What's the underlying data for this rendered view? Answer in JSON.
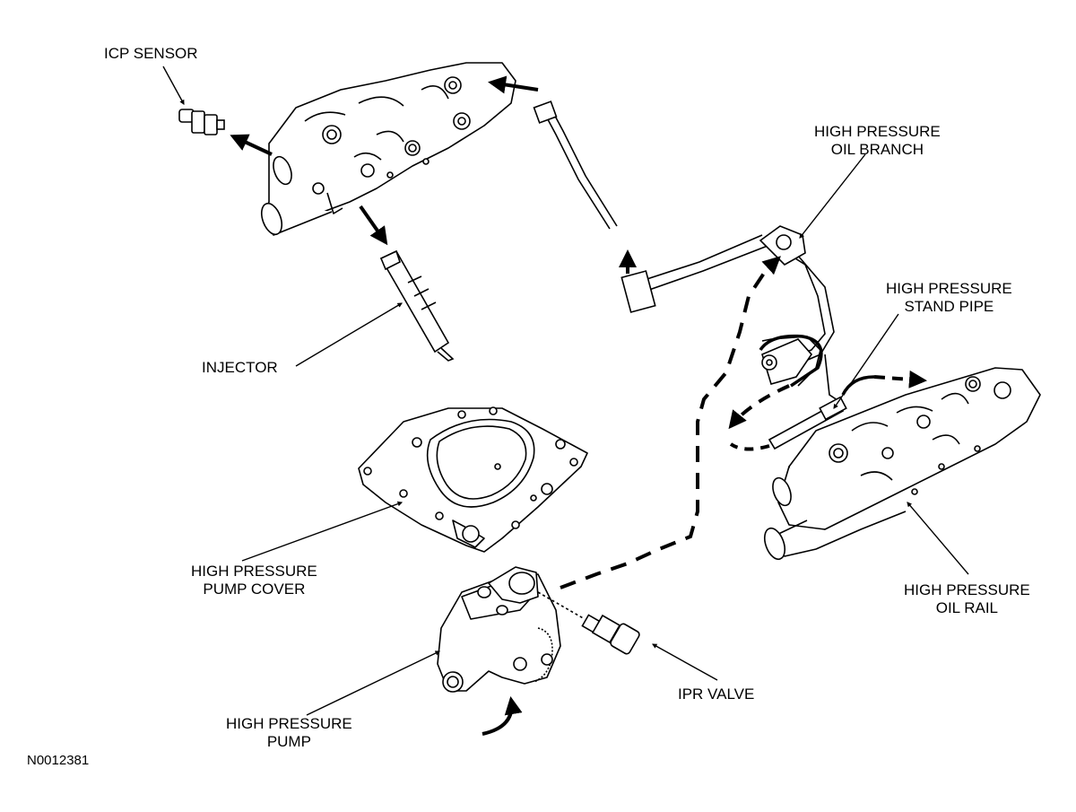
{
  "labels": {
    "icp_sensor": "ICP SENSOR",
    "injector": "INJECTOR",
    "hp_oil_branch": [
      "HIGH PRESSURE",
      "OIL BRANCH"
    ],
    "hp_stand_pipe": [
      "HIGH PRESSURE",
      "STAND PIPE"
    ],
    "hp_pump_cover": [
      "HIGH PRESSURE",
      "PUMP COVER"
    ],
    "hp_oil_rail": [
      "HIGH PRESSURE",
      "OIL RAIL"
    ],
    "ipr_valve": "IPR VALVE",
    "hp_pump": [
      "HIGH PRESSURE",
      "PUMP"
    ],
    "figure_id": "N0012381"
  },
  "colors": {
    "ink": "#000000",
    "background": "#ffffff"
  }
}
